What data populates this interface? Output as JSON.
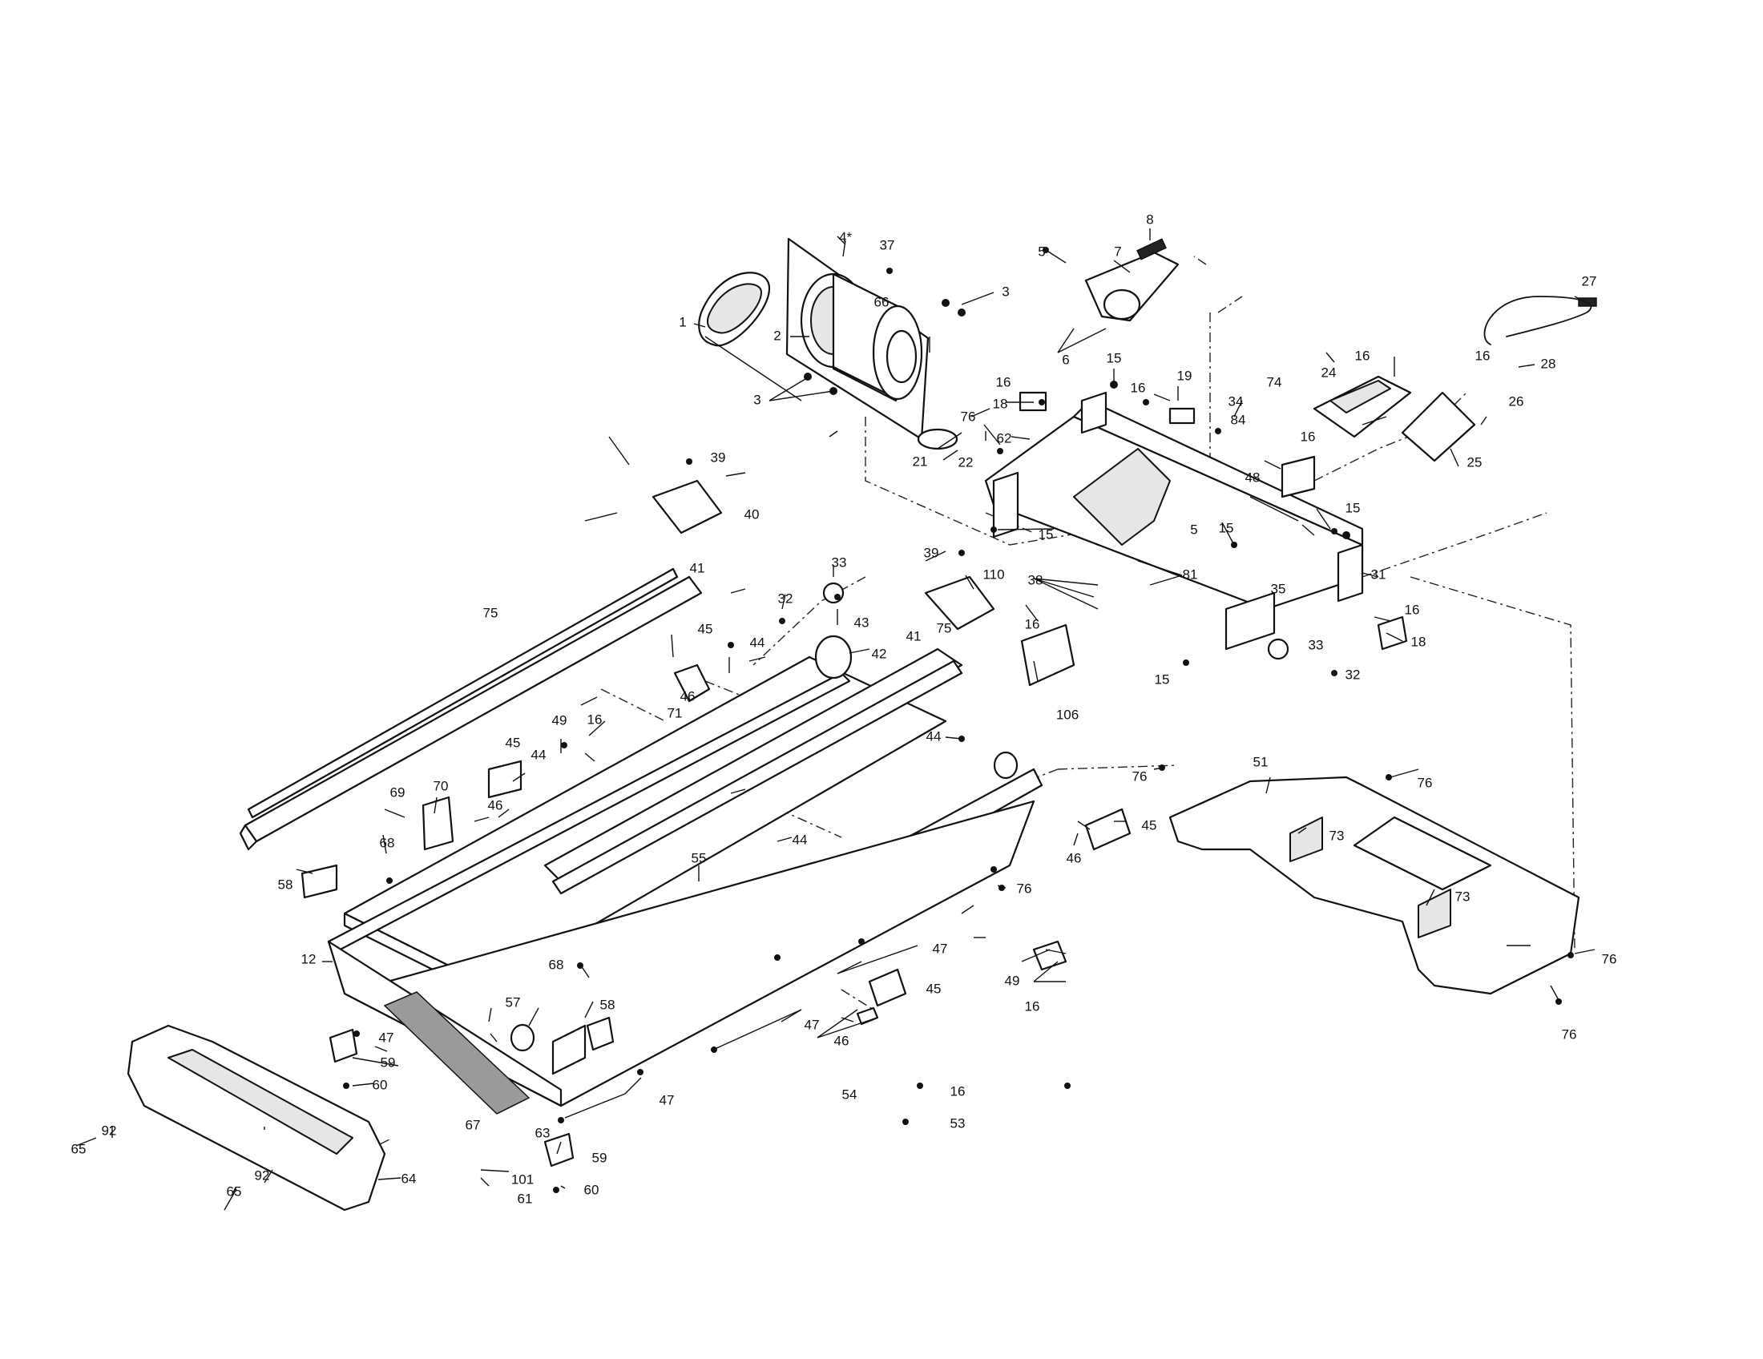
{
  "callouts": [
    "1",
    "2",
    "3",
    "4*",
    "5",
    "6",
    "7",
    "8",
    "12",
    "15",
    "16",
    "18",
    "19",
    "21",
    "22",
    "24",
    "25",
    "26",
    "27",
    "28",
    "31",
    "32",
    "33",
    "34",
    "35",
    "37",
    "38",
    "39",
    "40",
    "41",
    "42",
    "43",
    "44",
    "45",
    "46",
    "47",
    "48",
    "49",
    "51",
    "53",
    "54",
    "55",
    "57",
    "58",
    "59",
    "60",
    "61",
    "62",
    "63",
    "64",
    "65",
    "66",
    "67",
    "68",
    "69",
    "70",
    "71",
    "73",
    "74",
    "75",
    "76",
    "81",
    "84",
    "92",
    "101",
    "106",
    "110"
  ],
  "colors": {
    "line": "#111111",
    "paper": "#ffffff",
    "shade": "#e6e6e6",
    "belt": "#9a9a9a"
  }
}
